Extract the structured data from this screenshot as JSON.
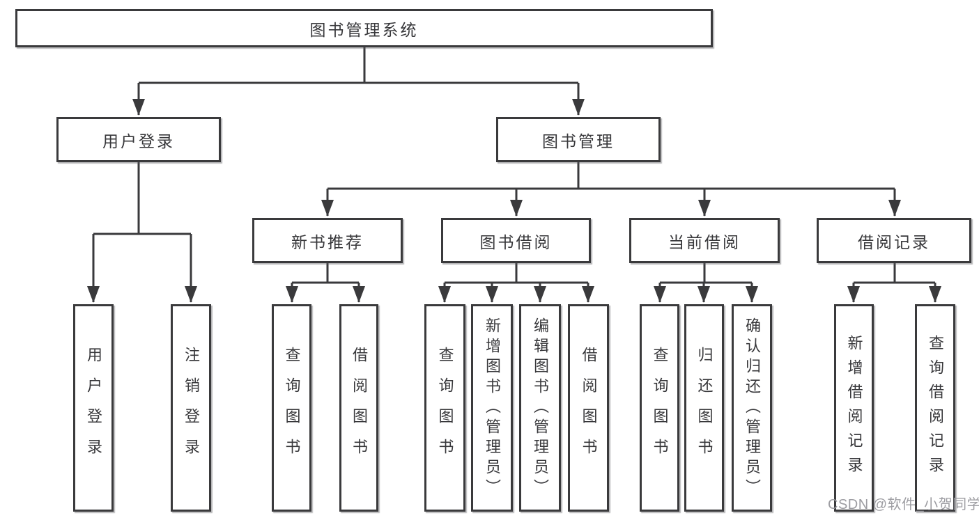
{
  "diagram": {
    "root": "图书管理系统",
    "branches": {
      "user_login": "用户登录",
      "book_management": "图书管理"
    },
    "sections": {
      "new_book": "新书推荐",
      "book_borrow": "图书借阅",
      "current_borrow": "当前借阅",
      "borrow_records": "借阅记录"
    },
    "leaves": {
      "user_login": [
        "用户登录",
        "注销登录"
      ],
      "new_book": [
        "查询图书",
        "借阅图书"
      ],
      "book_borrow": [
        "查询图书",
        "新增图书（管理员）",
        "编辑图书（管理员）",
        "借阅图书"
      ],
      "current_borrow": [
        "查询图书",
        "归还图书",
        "确认归还（管理员）"
      ],
      "borrow_records": [
        "新增借阅记录",
        "查询借阅记录"
      ]
    }
  },
  "watermark": {
    "text": "CSDN @软件_小贺同学",
    "color": "#98989d"
  },
  "colors": {
    "line": "#3a3a3c",
    "text": "#38383b",
    "background": "#ffffff"
  }
}
